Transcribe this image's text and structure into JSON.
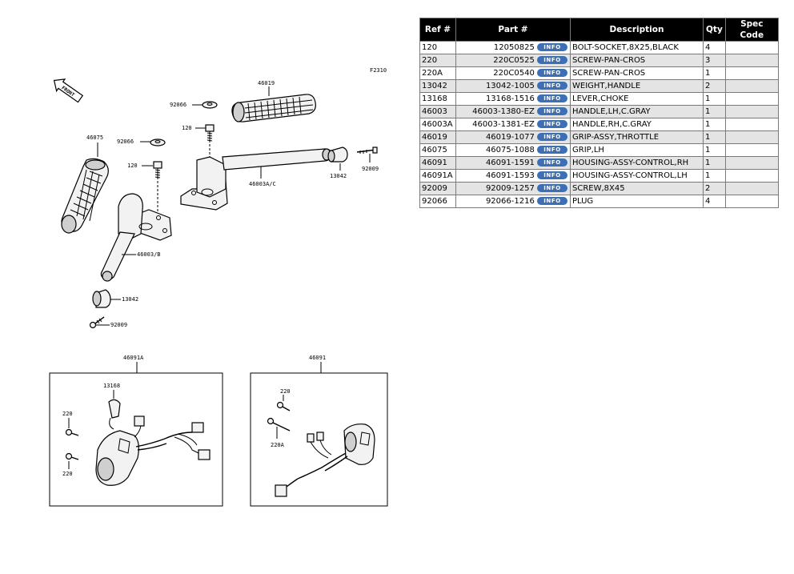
{
  "diagram": {
    "code": "F2310",
    "front_label": "FRONT",
    "callouts": {
      "c_46019": "46019",
      "c_92066_a": "92066",
      "c_120_a": "120",
      "c_46075": "46075",
      "c_92066_b": "92066",
      "c_120_b": "120",
      "c_46003ac": "46003A/C",
      "c_13042_a": "13042",
      "c_92009_a": "92009",
      "c_46003b": "46003/B",
      "c_13042_b": "13042",
      "c_92009_b": "92009",
      "c_46091a": "46091A",
      "c_46091": "46091",
      "c_13168": "13168",
      "c_220_a": "220",
      "c_220_b": "220",
      "c_220_c": "220",
      "c_220a": "220A"
    }
  },
  "table": {
    "headers": {
      "ref": "Ref #",
      "part": "Part #",
      "desc": "Description",
      "qty": "Qty",
      "spec": "Spec Code"
    },
    "info_label": "INFO",
    "rows": [
      {
        "ref": "120",
        "part": "12050825",
        "desc": "BOLT-SOCKET,8X25,BLACK",
        "qty": "4",
        "spec": ""
      },
      {
        "ref": "220",
        "part": "220C0525",
        "desc": "SCREW-PAN-CROS",
        "qty": "3",
        "spec": ""
      },
      {
        "ref": "220A",
        "part": "220C0540",
        "desc": "SCREW-PAN-CROS",
        "qty": "1",
        "spec": ""
      },
      {
        "ref": "13042",
        "part": "13042-1005",
        "desc": "WEIGHT,HANDLE",
        "qty": "2",
        "spec": ""
      },
      {
        "ref": "13168",
        "part": "13168-1516",
        "desc": "LEVER,CHOKE",
        "qty": "1",
        "spec": ""
      },
      {
        "ref": "46003",
        "part": "46003-1380-EZ",
        "desc": "HANDLE,LH,C.GRAY",
        "qty": "1",
        "spec": ""
      },
      {
        "ref": "46003A",
        "part": "46003-1381-EZ",
        "desc": "HANDLE,RH,C.GRAY",
        "qty": "1",
        "spec": ""
      },
      {
        "ref": "46019",
        "part": "46019-1077",
        "desc": "GRIP-ASSY,THROTTLE",
        "qty": "1",
        "spec": ""
      },
      {
        "ref": "46075",
        "part": "46075-1088",
        "desc": "GRIP,LH",
        "qty": "1",
        "spec": ""
      },
      {
        "ref": "46091",
        "part": "46091-1591",
        "desc": "HOUSING-ASSY-CONTROL,RH",
        "qty": "1",
        "spec": ""
      },
      {
        "ref": "46091A",
        "part": "46091-1593",
        "desc": "HOUSING-ASSY-CONTROL,LH",
        "qty": "1",
        "spec": ""
      },
      {
        "ref": "92009",
        "part": "92009-1257",
        "desc": "SCREW,8X45",
        "qty": "2",
        "spec": ""
      },
      {
        "ref": "92066",
        "part": "92066-1216",
        "desc": "PLUG",
        "qty": "4",
        "spec": ""
      }
    ]
  }
}
